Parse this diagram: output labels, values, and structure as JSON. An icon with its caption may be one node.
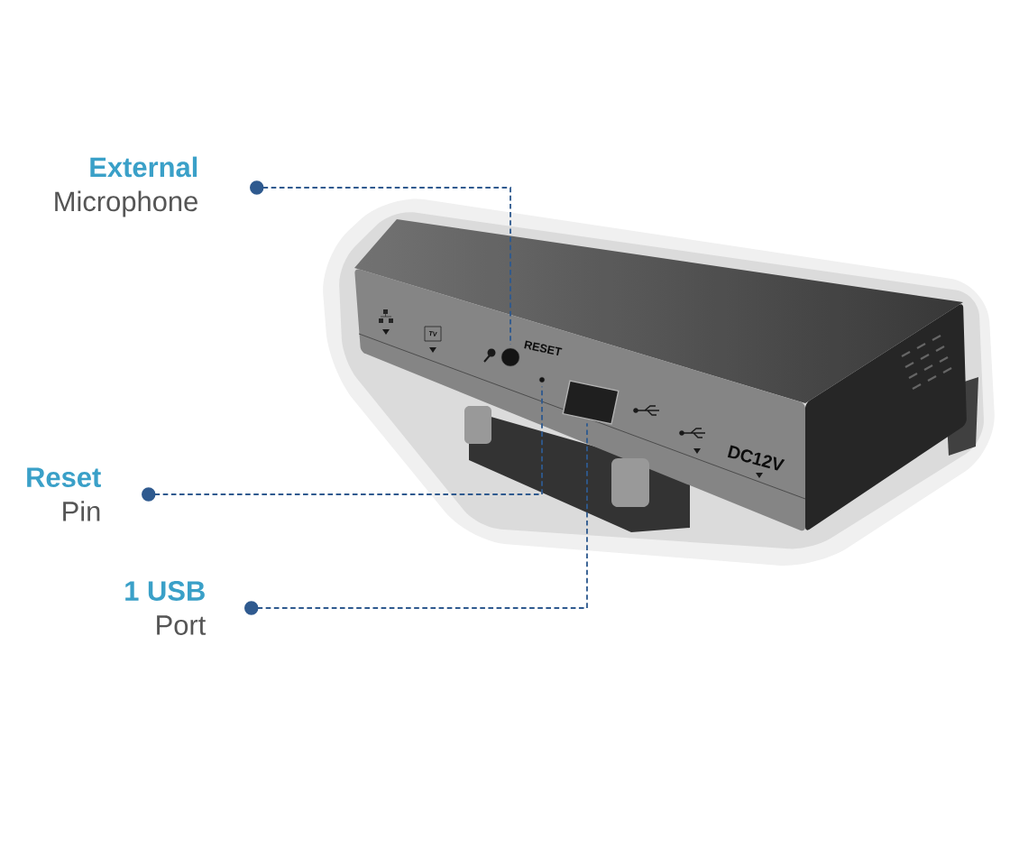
{
  "diagram": {
    "nodes": [
      {
        "text": [
          "External",
          "Microphone"
        ]
      },
      {
        "text": [
          "Reset",
          "Pin"
        ]
      },
      {
        "text": [
          "1 USB",
          "Port"
        ]
      },
      {
        "text": [],
        "shape": "circle"
      },
      {
        "text": [],
        "shape": "circle"
      },
      {
        "text": [],
        "shape": "box"
      }
    ],
    "edges": [
      {
        "from": 0,
        "to": 3,
        "arrow": "other",
        "style": "dashed"
      },
      {
        "from": 1,
        "to": 4,
        "arrow": "other",
        "style": "dashed"
      },
      {
        "from": 2,
        "to": 5,
        "arrow": "other",
        "style": "dashed"
      }
    ],
    "labels": [
      "TV",
      "RESET",
      "DC12V"
    ]
  }
}
